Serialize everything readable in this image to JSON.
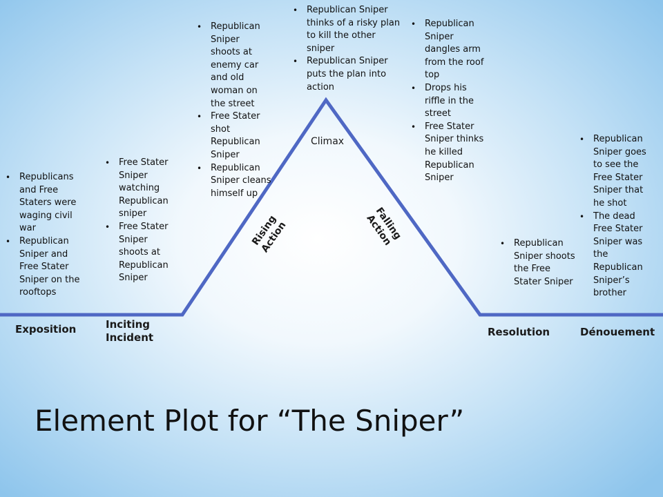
{
  "title": "Element Plot for “The Sniper”",
  "stages": {
    "exposition": "Exposition",
    "inciting": "Inciting Incident",
    "rising": "Rising Action",
    "climax": "Climax",
    "falling": "Falling Action",
    "resolution": "Resolution",
    "denouement": "Dénouement"
  },
  "notes": {
    "exposition": [
      "Republicans and Free Staters were waging civil war",
      "Republican Sniper and Free Stater Sniper on the rooftops"
    ],
    "inciting": [
      "Free Stater Sniper watching Republican sniper",
      "Free Stater Sniper shoots at Republican Sniper"
    ],
    "rising": [
      "Republican Sniper shoots at enemy car and old woman on the street",
      "Free Stater shot Republican Sniper",
      "Republican Sniper cleans himself up"
    ],
    "climax": [
      "Republican Sniper thinks of a risky plan to kill the other sniper",
      "Republican Sniper puts the plan into action"
    ],
    "falling": [
      "Republican Sniper dangles arm from the roof top",
      "Drops his riffle in the street",
      "Free Stater Sniper thinks he killed Republican Sniper"
    ],
    "resolution": [
      "Republican Sniper shoots the Free Stater Sniper"
    ],
    "denouement": [
      "Republican Sniper goes to see the Free Stater Sniper that he shot",
      "The dead Free Stater Sniper was the Republican Sniper’s brother"
    ]
  },
  "colors": {
    "line": "#4f68c4"
  }
}
